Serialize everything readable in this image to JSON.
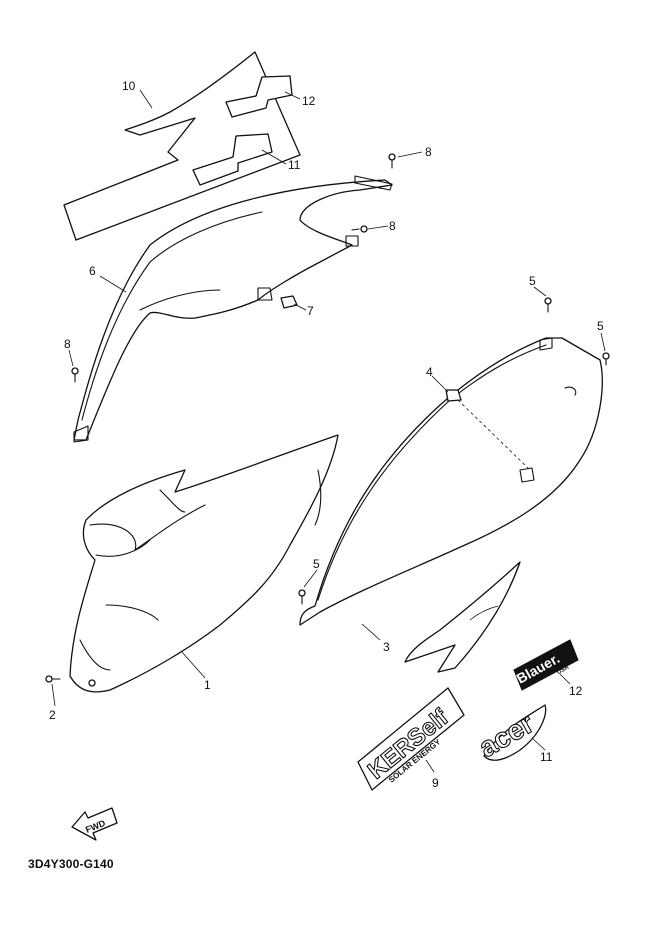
{
  "diagram": {
    "code": "3D4Y300-G140",
    "fwd_label": "FWD",
    "logos": {
      "kerself_main": "KERSelf",
      "kerself_sub": "SOLAR ENERGY",
      "blauer_main": "Blauer.",
      "blauer_sub": "USA",
      "acer": "acer"
    },
    "callouts": {
      "c1": "1",
      "c2": "2",
      "c3": "3",
      "c4": "4",
      "c5a": "5",
      "c5b": "5",
      "c5c": "5",
      "c6": "6",
      "c7": "7",
      "c8a": "8",
      "c8b": "8",
      "c8c": "8",
      "c9": "9",
      "c10": "10",
      "c11a": "11",
      "c11b": "11",
      "c12a": "12",
      "c12b": "12"
    }
  }
}
